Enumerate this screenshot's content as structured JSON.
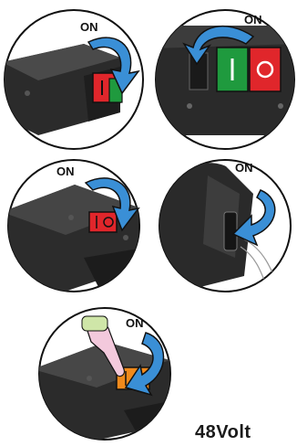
{
  "panels": [
    {
      "id": "panel-1",
      "callout": "ON",
      "switch_type": "red-green-rocker"
    },
    {
      "id": "panel-2",
      "callout": "ON",
      "switch_type": "green-red-pushbutton"
    },
    {
      "id": "panel-3",
      "callout": "ON",
      "switch_type": "red-rocker"
    },
    {
      "id": "panel-4",
      "callout": "ON",
      "switch_type": "black-trigger"
    },
    {
      "id": "panel-5",
      "callout": "ON",
      "switch_type": "orange-rocker-hand"
    }
  ],
  "footer": {
    "voltage_label": "48Volt"
  },
  "colors": {
    "arrow": "#3a8fd6",
    "arrow_outline": "#111111",
    "body": "#2a2a2a",
    "switch_red": "#e0262b",
    "switch_green": "#1f9a3e",
    "switch_orange": "#f08a1c",
    "glove": "#f3c9dc"
  },
  "icons": [
    "curved-arrow-icon",
    "on-switch-icon",
    "hand-icon"
  ]
}
